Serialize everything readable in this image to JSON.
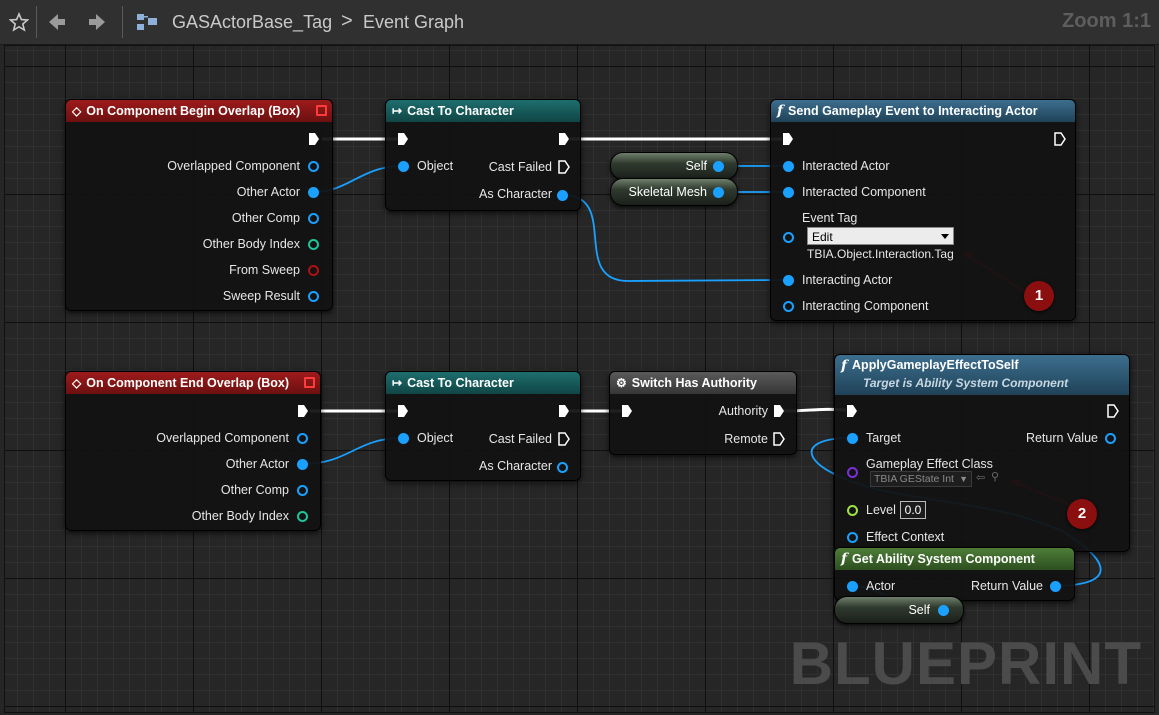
{
  "toolbar": {
    "breadcrumb_asset": "GASActorBase_Tag",
    "breadcrumb_separator": ">",
    "breadcrumb_graph": "Event Graph",
    "zoom": "Zoom 1:1",
    "icons": [
      "star-icon",
      "back-arrow-icon",
      "forward-arrow-icon",
      "graph-icon"
    ]
  },
  "watermark": "BLUEPRINT",
  "nodes": {
    "begin_overlap": {
      "title": "On Component Begin Overlap (Box)",
      "pins": [
        "Overlapped Component",
        "Other Actor",
        "Other Comp",
        "Other Body Index",
        "From Sweep",
        "Sweep Result"
      ]
    },
    "cast1": {
      "title": "Cast To Character",
      "object": "Object",
      "cast_failed": "Cast Failed",
      "as_character": "As Character"
    },
    "self_var": {
      "label": "Self"
    },
    "skeletal_var": {
      "label": "Skeletal Mesh"
    },
    "send_event": {
      "title": "Send Gameplay Event to Interacting Actor",
      "interacted_actor": "Interacted Actor",
      "interacted_component": "Interacted Component",
      "event_tag": "Event Tag",
      "edit": "Edit",
      "tag_value": "TBIA.Object.Interaction.Tag",
      "interacting_actor": "Interacting Actor",
      "interacting_component": "Interacting Component"
    },
    "end_overlap": {
      "title": "On Component End Overlap (Box)",
      "pins": [
        "Overlapped Component",
        "Other Actor",
        "Other Comp",
        "Other Body Index"
      ]
    },
    "cast2": {
      "title": "Cast To Character",
      "object": "Object",
      "cast_failed": "Cast Failed",
      "as_character": "As Character"
    },
    "switch_auth": {
      "title": "Switch Has Authority",
      "authority": "Authority",
      "remote": "Remote"
    },
    "apply_ge": {
      "title": "ApplyGameplayEffectToSelf",
      "subtitle": "Target is Ability System Component",
      "target": "Target",
      "return_value": "Return Value",
      "effect_class": "Gameplay Effect Class",
      "effect_class_value": "TBIA GEState Int",
      "level": "Level",
      "level_value": "0.0",
      "effect_context": "Effect Context"
    },
    "get_asc": {
      "title": "Get Ability System Component",
      "actor": "Actor",
      "return_value": "Return Value"
    },
    "self_var2": {
      "label": "Self"
    }
  },
  "annotations": [
    "1",
    "2"
  ],
  "colors": {
    "event_header": "#9e1b1b",
    "cast_header": "#1e6e6e",
    "function_header": "#3d6e8e",
    "pure_function_header": "#4e7d38",
    "object_pin": "#1aa1ff",
    "annotation": "#8c0f0f"
  }
}
